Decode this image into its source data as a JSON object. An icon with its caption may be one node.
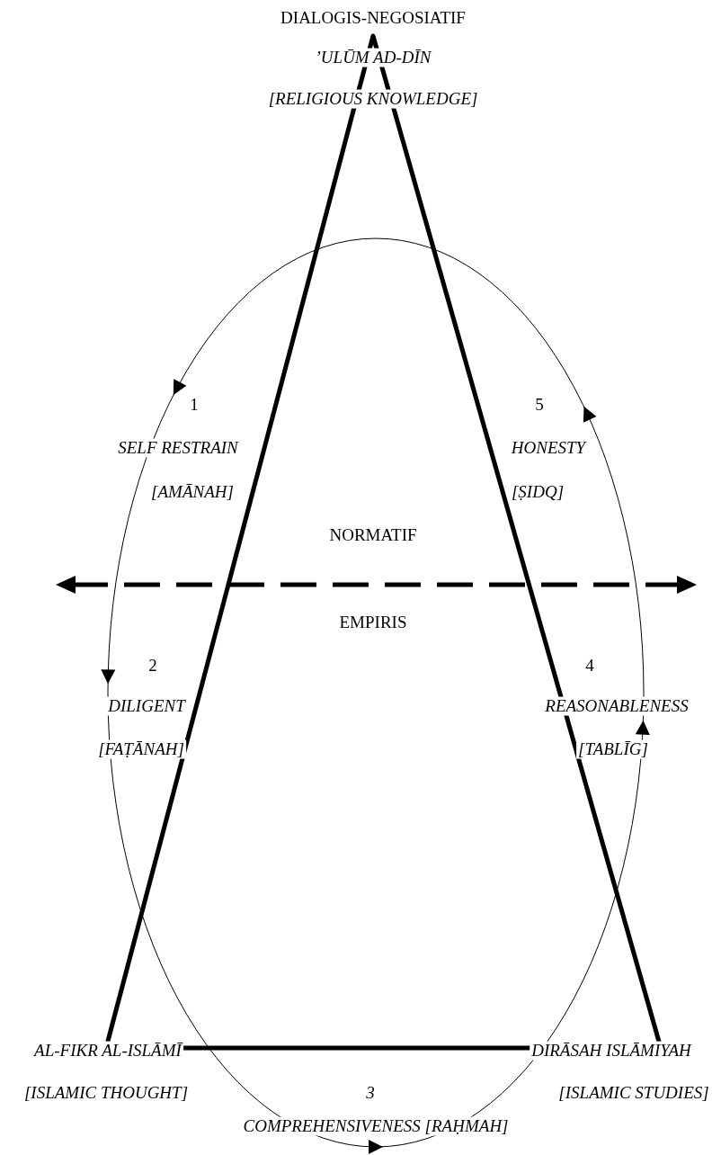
{
  "diagram": {
    "labels": [
      "DIALOGIS-NEGOSIATIF",
      "’ULŪM AD-DĪN",
      "[RELIGIOUS KNOWLEDGE]",
      "1",
      "SELF RESTRAIN",
      "[AMĀNAH]",
      "5",
      "HONESTY",
      "[ṢIDQ]",
      "NORMATIF",
      "EMPIRIS",
      "2",
      "DILIGENT",
      "[FAṬĀNAH]",
      "4",
      "REASONABLENESS",
      "[TABLĪG]",
      "AL-FIKR AL-ISLĀMĪ",
      "DIRĀSAH ISLĀMIYAH",
      "[ISLAMIC THOUGHT]",
      "3",
      "[ISLAMIC STUDIES]",
      "COMPREHENSIVENESS [RAḤMAH]"
    ]
  }
}
